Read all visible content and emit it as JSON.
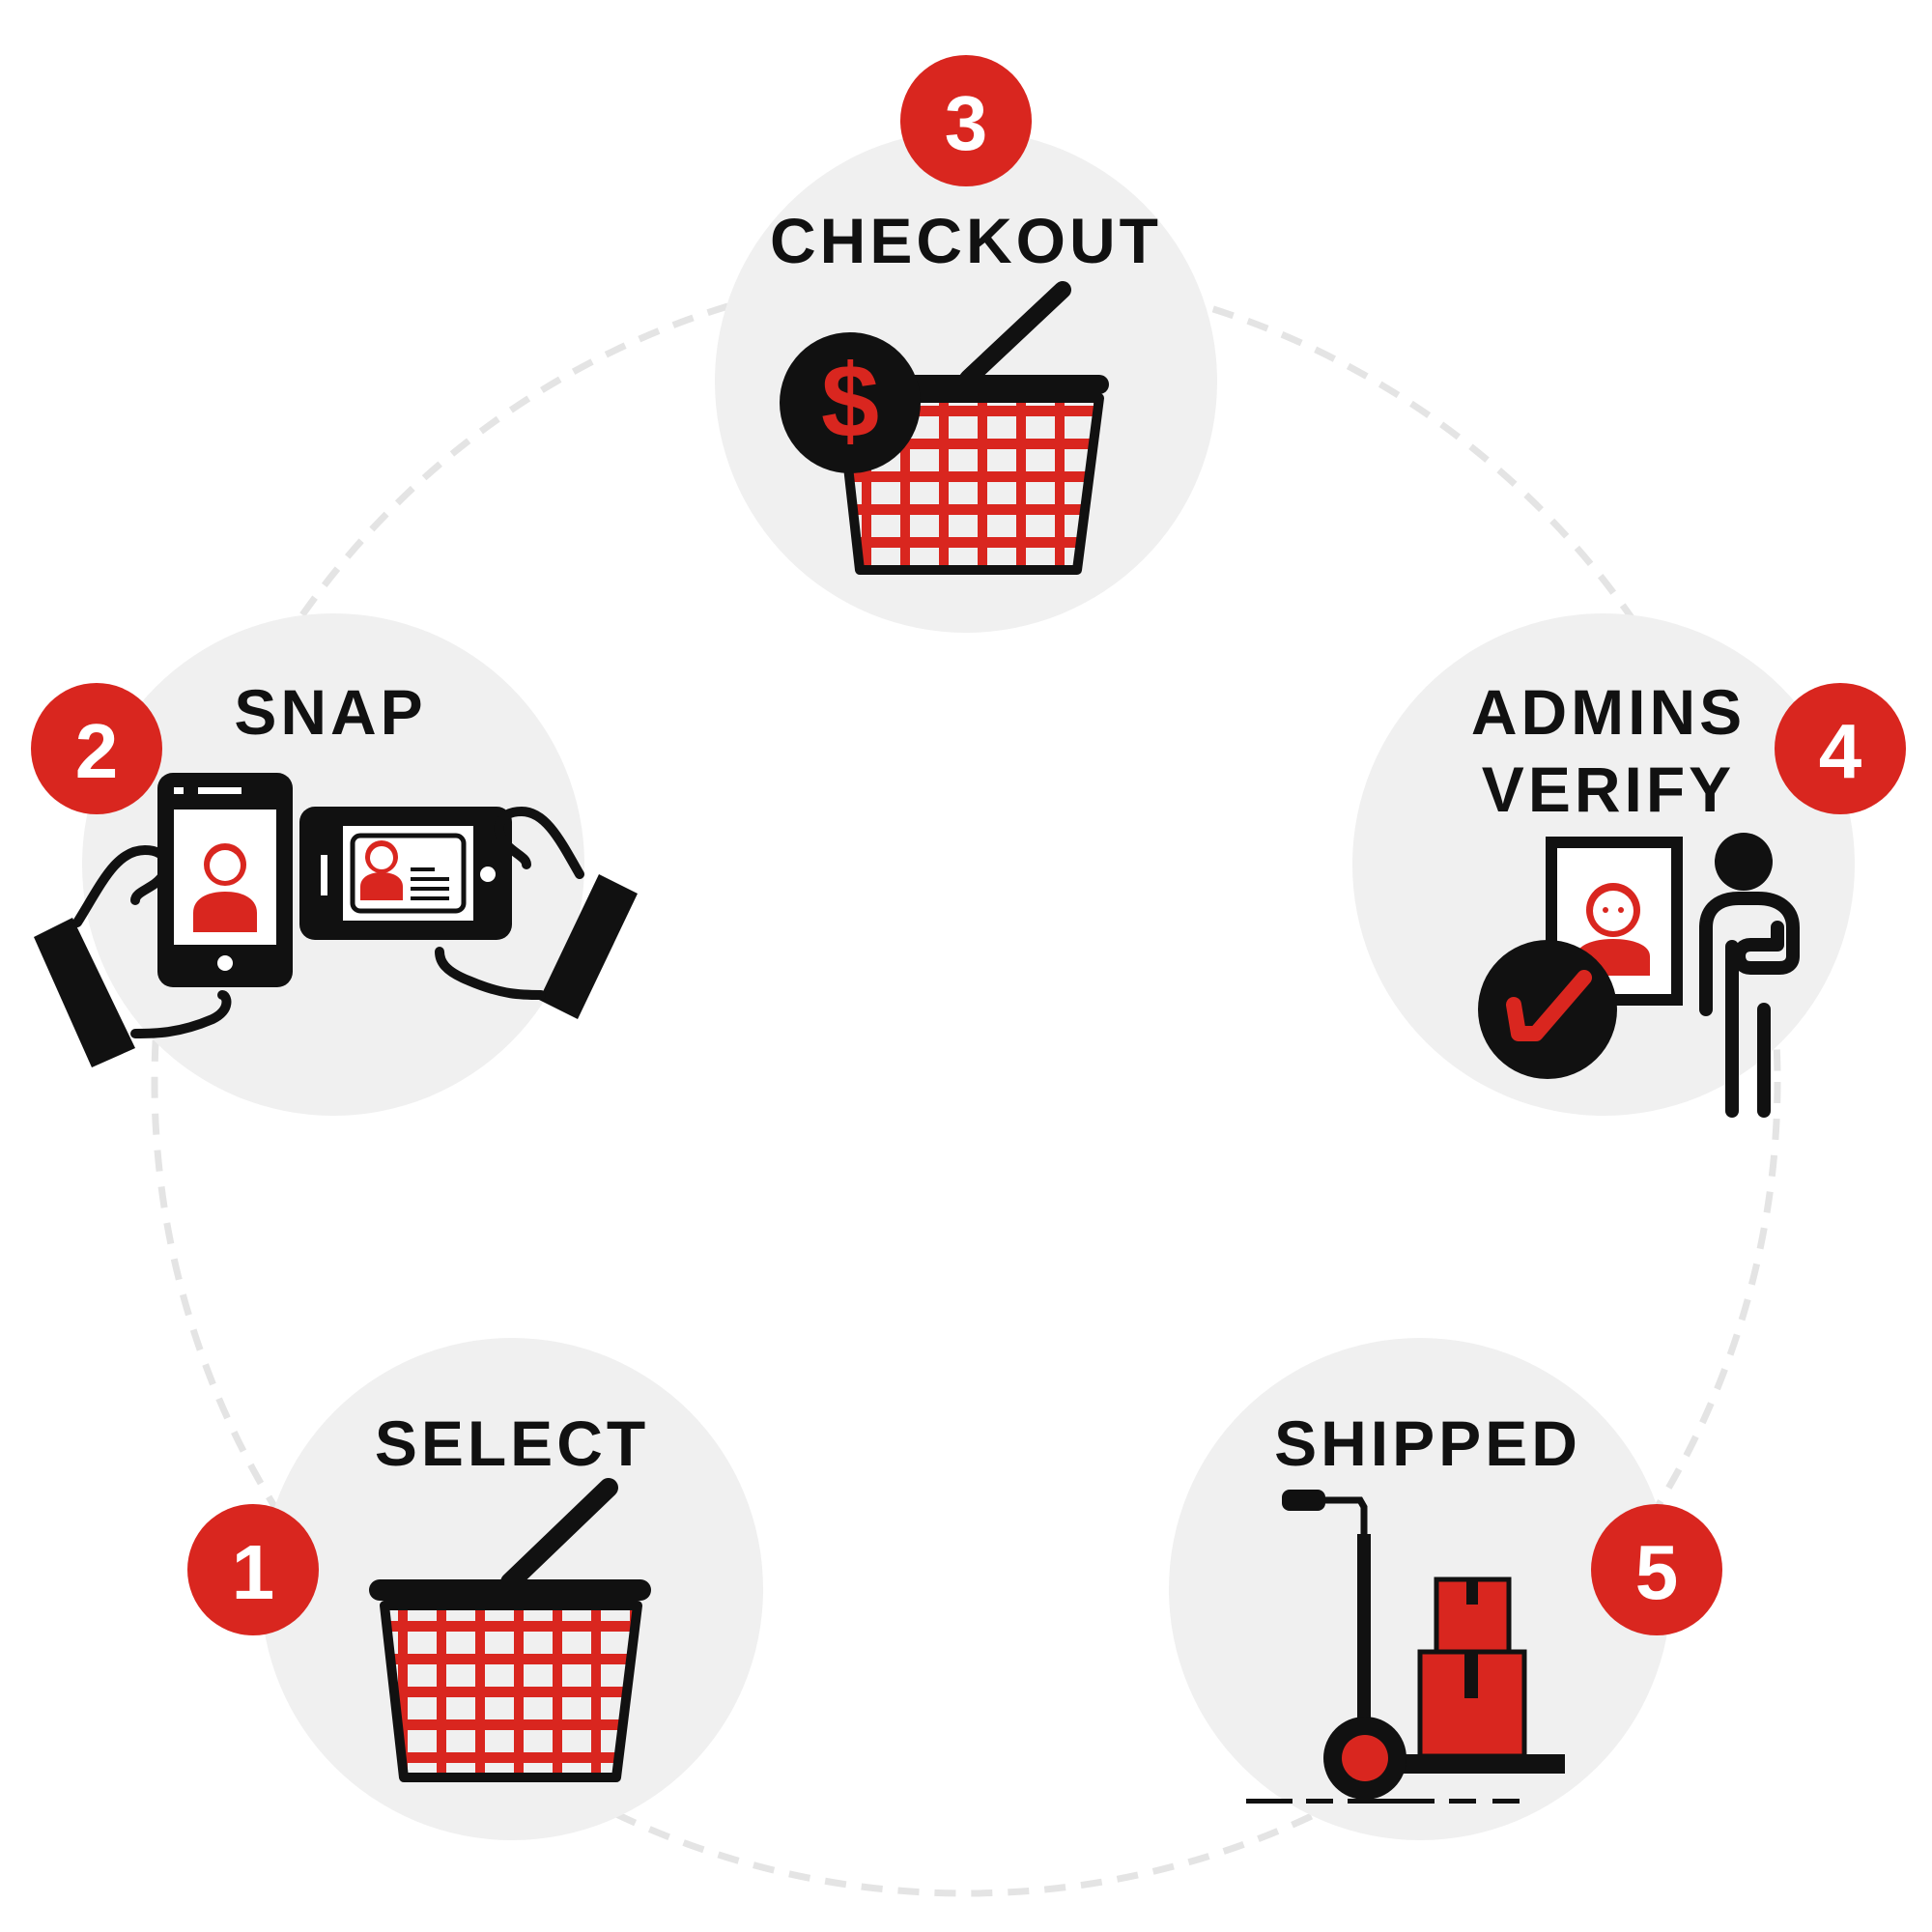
{
  "colors": {
    "accent": "#d9261f",
    "ink": "#111111",
    "disc": "#f0f0f0",
    "ring": "#e4e4e4"
  },
  "steps": [
    {
      "number": "1",
      "label": "SELECT",
      "icon": "basket-icon"
    },
    {
      "number": "2",
      "label": "SNAP",
      "icon": "phone-id-photo-icon"
    },
    {
      "number": "3",
      "label": "CHECKOUT",
      "icon": "basket-dollar-icon"
    },
    {
      "number": "4",
      "label_lines": [
        "ADMINS",
        "VERIFY"
      ],
      "icon": "admin-verify-icon"
    },
    {
      "number": "5",
      "label": "SHIPPED",
      "icon": "hand-truck-boxes-icon"
    }
  ]
}
